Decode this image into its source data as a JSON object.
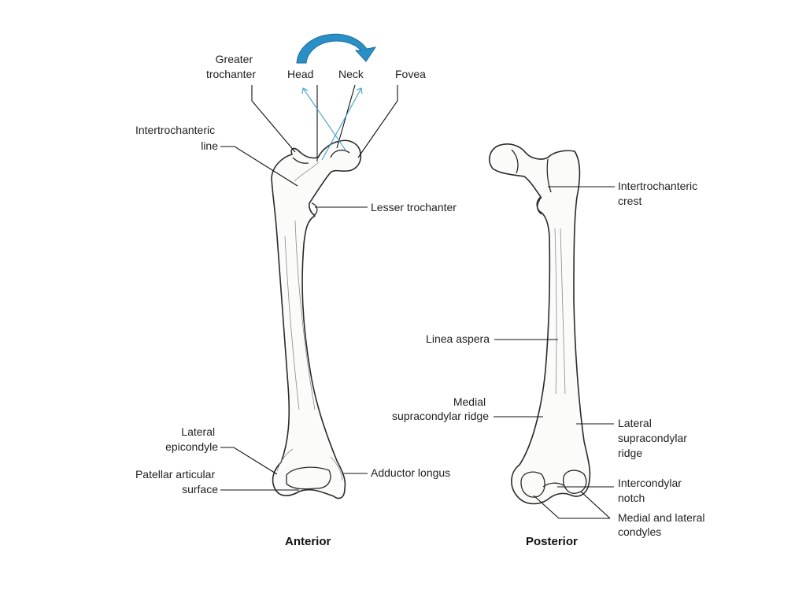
{
  "anterior": {
    "caption": "Anterior",
    "labels": {
      "greater_trochanter": [
        "Greater",
        "trochanter"
      ],
      "head": "Head",
      "neck": "Neck",
      "fovea": "Fovea",
      "intertrochanteric_line": [
        "Intertrochanteric",
        "line"
      ],
      "lesser_trochanter": "Lesser trochanter",
      "lateral_epicondyle": [
        "Lateral",
        "epicondyle"
      ],
      "patellar_articular_surface": [
        "Patellar articular",
        "surface"
      ],
      "adductor_longus": "Adductor longus"
    }
  },
  "posterior": {
    "caption": "Posterior",
    "labels": {
      "intertrochanteric_crest": [
        "Intertrochanteric",
        "crest"
      ],
      "linea_aspera": "Linea aspera",
      "medial_supracondylar_ridge": [
        "Medial",
        "supracondylar ridge"
      ],
      "lateral_supracondylar_ridge": [
        "Lateral",
        "supracondylar",
        "ridge"
      ],
      "intercondylar_notch": [
        "Intercondylar",
        "notch"
      ],
      "medial_and_lateral_condyles": [
        "Medial and lateral",
        "condyles"
      ]
    }
  },
  "colors": {
    "swap_arrow": "#2a8fc4",
    "swap_arrow_dark": "#1a6fa0",
    "swap_lines": "#3aa0d0"
  },
  "icons": {
    "swap_arrow": "curved-arrow-icon"
  }
}
